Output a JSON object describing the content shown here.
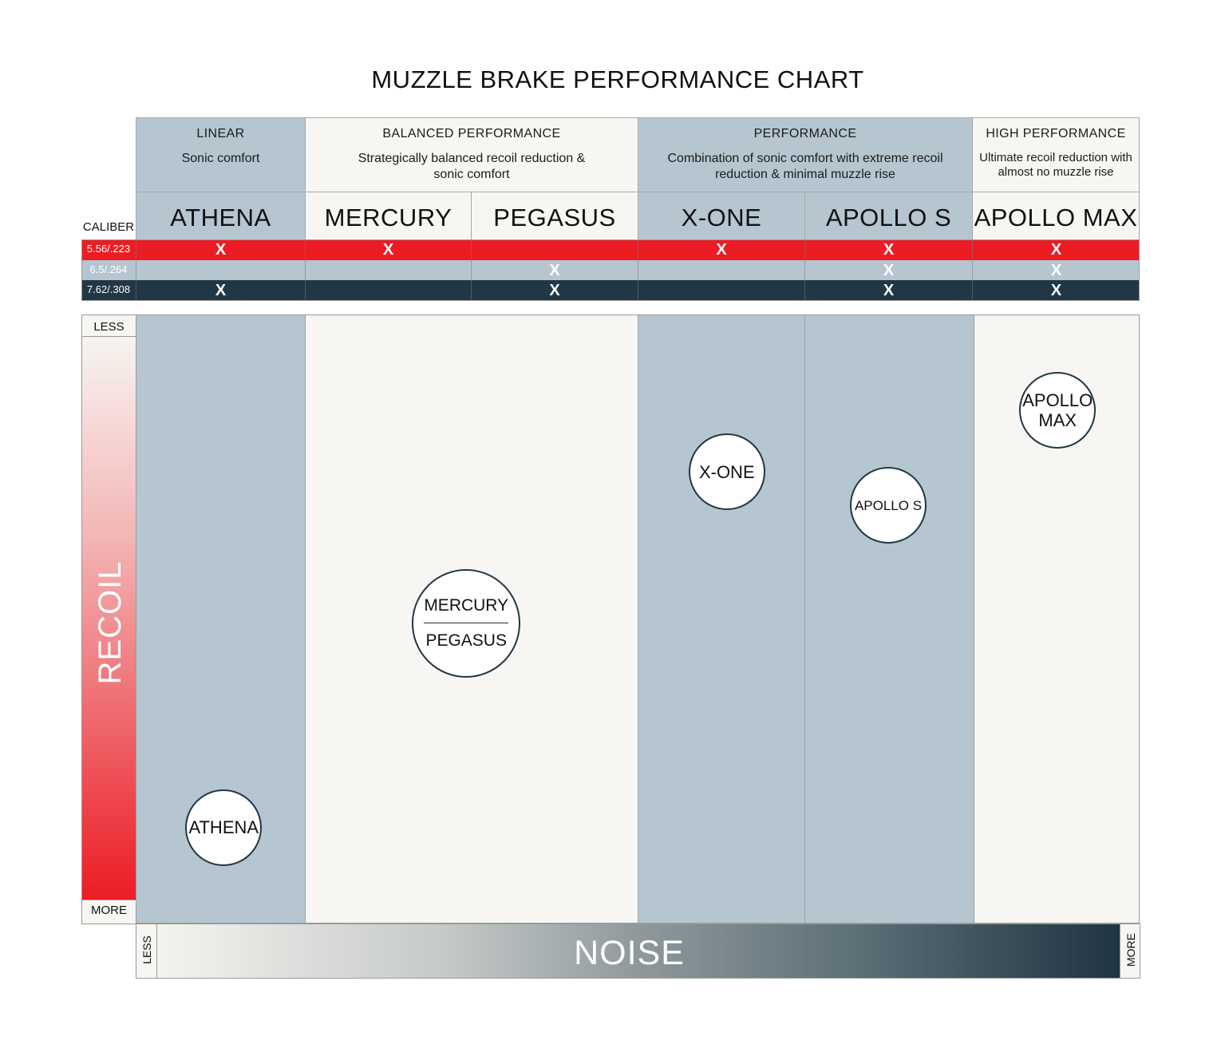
{
  "title": "MUZZLE BRAKE PERFORMANCE CHART",
  "colors": {
    "red": "#ec1c24",
    "steel_blue": "#b5c6d0",
    "cream": "#f7f6f2",
    "navy": "#213745"
  },
  "header": {
    "caliber_label": "CALIBER",
    "groups": [
      {
        "title": "LINEAR",
        "description": "Sonic comfort",
        "products": [
          "ATHENA"
        ]
      },
      {
        "title": "BALANCED PERFORMANCE",
        "description": "Strategically balanced recoil reduction & sonic comfort",
        "products": [
          "MERCURY",
          "PEGASUS"
        ]
      },
      {
        "title": "PERFORMANCE",
        "description": "Combination of sonic comfort with extreme recoil reduction & minimal muzzle rise",
        "products": [
          "X-ONE",
          "APOLLO S"
        ]
      },
      {
        "title": "HIGH PERFORMANCE",
        "description": "Ultimate recoil reduction with almost no muzzle rise",
        "products": [
          "APOLLO MAX"
        ]
      }
    ],
    "products": [
      "ATHENA",
      "MERCURY",
      "PEGASUS",
      "X-ONE",
      "APOLLO S",
      "APOLLO MAX"
    ]
  },
  "caliber_table": {
    "mark": "X",
    "rows": [
      {
        "caliber": "5.56/.223",
        "marks": [
          true,
          true,
          false,
          true,
          true,
          true
        ]
      },
      {
        "caliber": "6.5/.264",
        "marks": [
          false,
          false,
          true,
          false,
          true,
          true
        ]
      },
      {
        "caliber": "7.62/.308",
        "marks": [
          true,
          false,
          true,
          false,
          true,
          true
        ]
      }
    ]
  },
  "chart_data": {
    "type": "scatter",
    "title": "MUZZLE BRAKE PERFORMANCE CHART",
    "xlabel": "NOISE",
    "ylabel": "RECOIL",
    "x_axis": {
      "low_label": "LESS",
      "high_label": "MORE",
      "range": [
        0,
        1
      ]
    },
    "y_axis": {
      "low_label": "LESS",
      "high_label": "MORE",
      "range": [
        0,
        1
      ],
      "direction": "less-at-top"
    },
    "grid": false,
    "points": [
      {
        "labels": [
          "ATHENA"
        ],
        "noise": 0.087,
        "recoil": 0.843
      },
      {
        "labels": [
          "MERCURY",
          "PEGASUS"
        ],
        "noise": 0.329,
        "recoil": 0.507
      },
      {
        "labels": [
          "X-ONE"
        ],
        "noise": 0.589,
        "recoil": 0.258
      },
      {
        "labels": [
          "APOLLO S"
        ],
        "noise": 0.75,
        "recoil": 0.313
      },
      {
        "labels": [
          "APOLLO MAX"
        ],
        "noise": 0.919,
        "recoil": 0.156
      }
    ]
  }
}
